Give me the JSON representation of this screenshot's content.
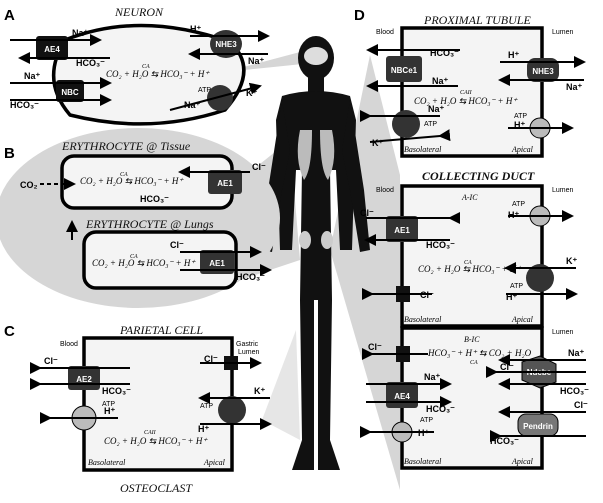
{
  "panels": {
    "A": {
      "letter": "A",
      "title": "NEURON",
      "ae": "AE4",
      "nbc": "NBC",
      "nhe": "NHE3",
      "ions": {
        "na": "Na⁺",
        "hco3": "HCO₃⁻",
        "h": "H⁺",
        "k": "K⁺",
        "atp": "ATP"
      },
      "eq": "CO₂ + H₂O ⇆ HCO₃⁻ + H⁺",
      "ca": "CA"
    },
    "B": {
      "letter": "B",
      "title_tissue": "ERYTHROCYTE @ Tissue",
      "title_lungs": "ERYTHROCYTE @ Lungs",
      "ae": "AE1",
      "co2": "CO₂",
      "cl": "Cl⁻",
      "hco3": "HCO₃⁻",
      "eq": "CO₂ + H₂O ⇆ HCO₃⁻ + H⁺",
      "ca": "CA"
    },
    "C": {
      "letter": "C",
      "title": "PARIETAL CELL",
      "bottom_title": "OSTEOCLAST",
      "ae": "AE2",
      "blood": "Blood",
      "gastric": "Gastric",
      "lumen": "Lumen",
      "basolateral": "Basolateral",
      "apical": "Apical",
      "ions": {
        "cl": "Cl⁻",
        "hco3": "HCO₃⁻",
        "h": "H⁺",
        "k": "K⁺",
        "atp": "ATP"
      },
      "eq": "CO₂ + H₂O ⇆ HCO₃⁻ + H⁺",
      "ca": "CAII"
    },
    "D": {
      "letter": "D",
      "title_pt": "PROXIMAL TUBULE",
      "title_cd": "COLLECTING DUCT",
      "a_ic": "A-IC",
      "b_ic": "B-IC",
      "blood": "Blood",
      "lumen": "Lumen",
      "basolateral": "Basolateral",
      "apical": "Apical",
      "nbce1": "NBCe1",
      "nhe3": "NHE3",
      "ae1": "AE1",
      "ae4": "AE4",
      "ndcbe": "Ndcbe",
      "pendrin": "Pendrin",
      "ions": {
        "na": "Na⁺",
        "hco3": "HCO₃⁻",
        "h": "H⁺",
        "k": "K⁺",
        "cl": "Cl⁻",
        "atp": "ATP"
      },
      "eq": "CO₂ + H₂O ⇆ HCO₃⁻ + H⁺",
      "eq_rev": "HCO₃⁻ + H⁺ ⇆ CO₂ + H₂O",
      "ca": "CA",
      "ca2": "CAII"
    }
  },
  "colors": {
    "dark": "#2b2b2b",
    "mid": "#555555",
    "light": "#bdbdbd",
    "bubble": "#d6d6d6",
    "cell": "#f4f4f4"
  }
}
